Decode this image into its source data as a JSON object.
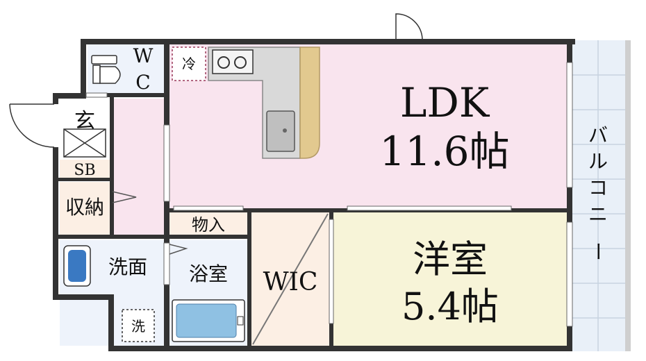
{
  "rooms": {
    "ldk": {
      "name": "LDK",
      "size": "11.6帖"
    },
    "western": {
      "name": "洋室",
      "size": "5.4帖"
    },
    "wic": "WIC",
    "bath": "浴室",
    "washroom": "洗面",
    "wc_top": "W",
    "wc_bottom": "C",
    "storage": "収納",
    "closet": "物入",
    "shoe_box": "SB",
    "entrance_mark": "玄",
    "fridge": "冷",
    "washer": "洗"
  },
  "balcony": [
    "バ",
    "ル",
    "コ",
    "ニ",
    "ー"
  ],
  "colors": {
    "ldk_floor": "#f9e4ee",
    "western_floor": "#f7f4d8",
    "wic_floor": "#fcefe4",
    "storage_floor": "#fcefe4",
    "wet_floor": "#eef3fb",
    "balcony_floor": "#e9f0f8",
    "wall": "#333333",
    "counter": "#d9d9d9",
    "counter_wood": "#e2c98f",
    "bathtub": "#8fc1e3"
  }
}
